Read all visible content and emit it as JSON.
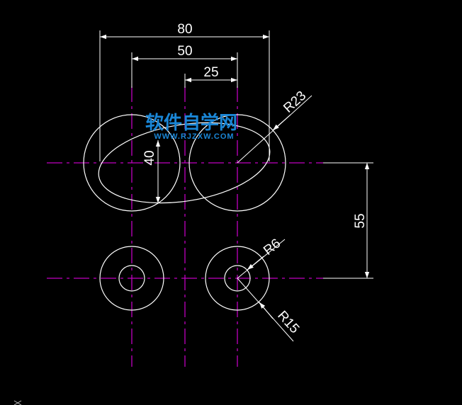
{
  "colors": {
    "background": "#000000",
    "geometry": "#ffffff",
    "centerline": "#c000c0",
    "watermark": "#1a86d6"
  },
  "dimensions": {
    "overall_width": "80",
    "mid_width": "50",
    "inner_width": "25",
    "ellipse_height": "40",
    "vertical_offset": "55",
    "radius_large": "R23",
    "radius_small": "R6",
    "radius_ring": "R15"
  },
  "watermark": {
    "title": "软件自学网",
    "url": "WWW.RJZXW.COM"
  },
  "ucs_icon": "ucs-axis-icon"
}
